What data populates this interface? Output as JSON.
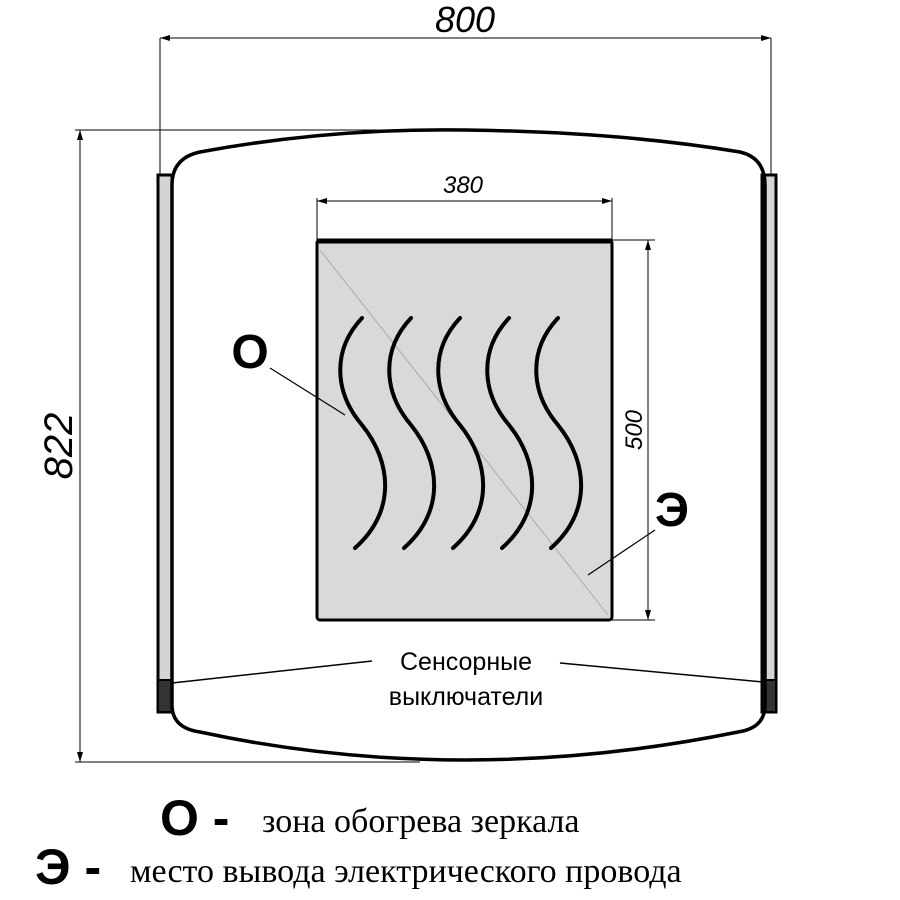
{
  "dimensions": {
    "width": "800",
    "height": "822",
    "zone_width": "380",
    "zone_height": "500"
  },
  "labels": {
    "zone_marker": "О",
    "outlet_marker": "Э",
    "switches_line1": "Сенсорные",
    "switches_line2": "выключатели"
  },
  "legend": [
    {
      "marker": "О -",
      "text": "зона обогрева зеркала"
    },
    {
      "marker": "Э -",
      "text": "место вывода электрического провода"
    }
  ],
  "colors": {
    "heating_zone": "#d9d9d9",
    "strip": "#d4d4d4",
    "switch": "#333333"
  }
}
